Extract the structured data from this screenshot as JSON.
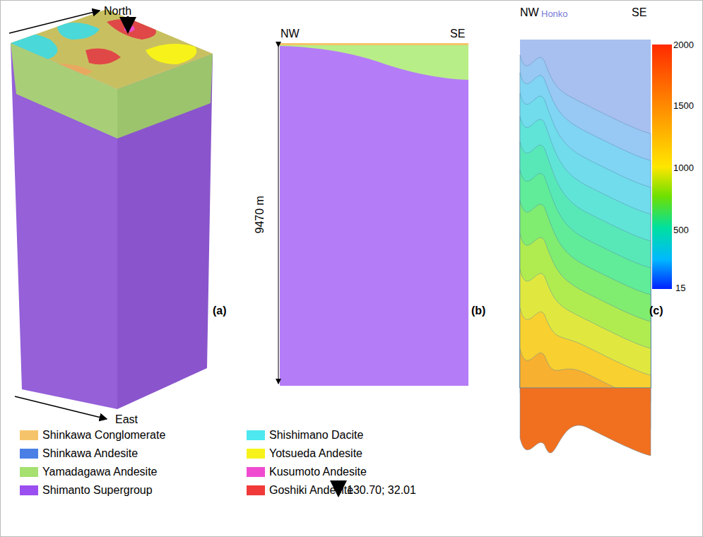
{
  "diagram": {
    "labels": [
      "North",
      "East",
      "(a)",
      "NW",
      "SE",
      "9470 m",
      "(b)",
      "NW",
      "SE",
      "Honko",
      "2000",
      "1500",
      "1000",
      "500",
      "15",
      "(c)",
      "130.70; 32.01"
    ],
    "legend": [
      {
        "text": "Shinkawa Conglomerate",
        "color": "#f5c46a"
      },
      {
        "text": "Shishimano Dacite",
        "color": "#4de8f0"
      },
      {
        "text": "Shinkawa Andesite",
        "color": "#4a7fe6"
      },
      {
        "text": "Yotsueda Andesite",
        "color": "#f7f31a"
      },
      {
        "text": "Yamadagawa Andesite",
        "color": "#a6e070"
      },
      {
        "text": "Kusumoto Andesite",
        "color": "#f04bd0"
      },
      {
        "text": "Shimanto Supergroup",
        "color": "#9b4ff0"
      },
      {
        "text": "Goshiki Andesite",
        "color": "#f03a3a"
      }
    ]
  }
}
